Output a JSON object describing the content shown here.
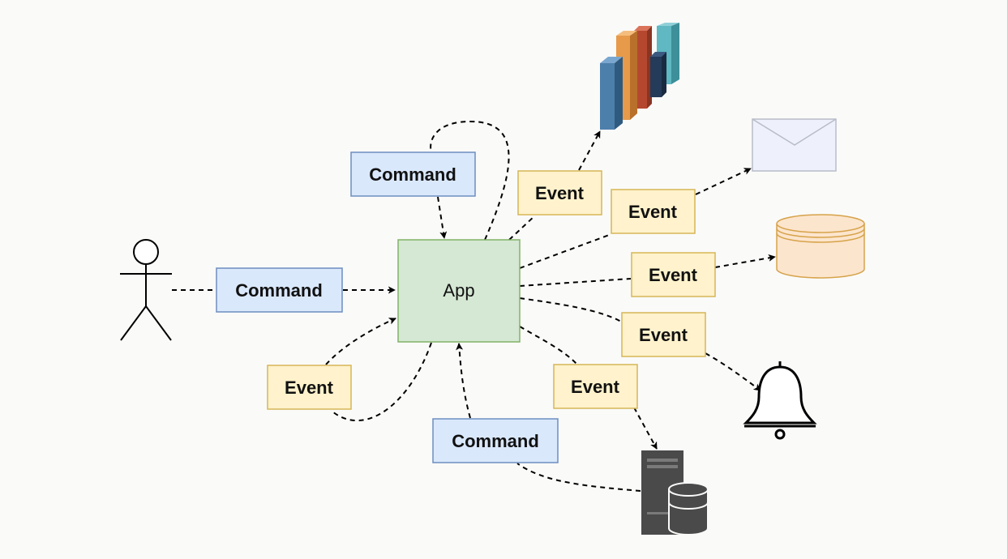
{
  "app": {
    "label": "App"
  },
  "commands": {
    "actor_command": "Command",
    "self_command": "Command",
    "db_command": "Command"
  },
  "events": {
    "feedback_event": "Event",
    "analytics_event": "Event",
    "email_event": "Event",
    "storage_event": "Event",
    "notification_event": "Event",
    "database_event": "Event"
  },
  "icons": [
    "user-actor-icon",
    "bar-chart-icon",
    "email-envelope-icon",
    "storage-cylinder-icon",
    "bell-icon",
    "database-server-icon"
  ],
  "colors": {
    "app_fill": "#d5e8d4",
    "app_border": "#82b366",
    "command_fill": "#dae8fc",
    "command_border": "#6c8ebf",
    "event_fill": "#fff2cc",
    "event_border": "#d6b656"
  }
}
